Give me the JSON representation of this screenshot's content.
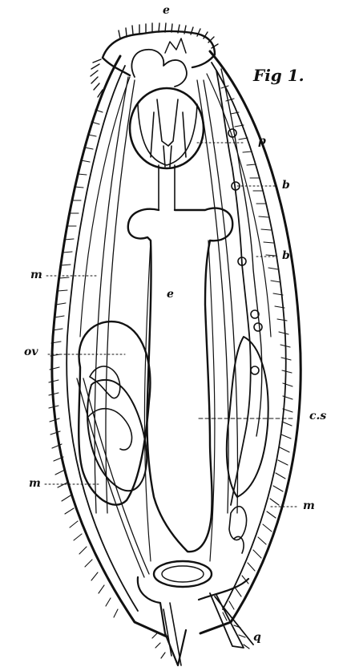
{
  "figure": {
    "title": "Fig 1.",
    "labels": {
      "e_top": "e",
      "p": "p",
      "b1": "b",
      "b2": "b",
      "m1": "m",
      "e_center": "e",
      "ov": "ov",
      "cs": "c.s",
      "m2": "m",
      "m3": "m",
      "q": "q"
    },
    "ink_color": "#111111",
    "background": "#ffffff"
  }
}
